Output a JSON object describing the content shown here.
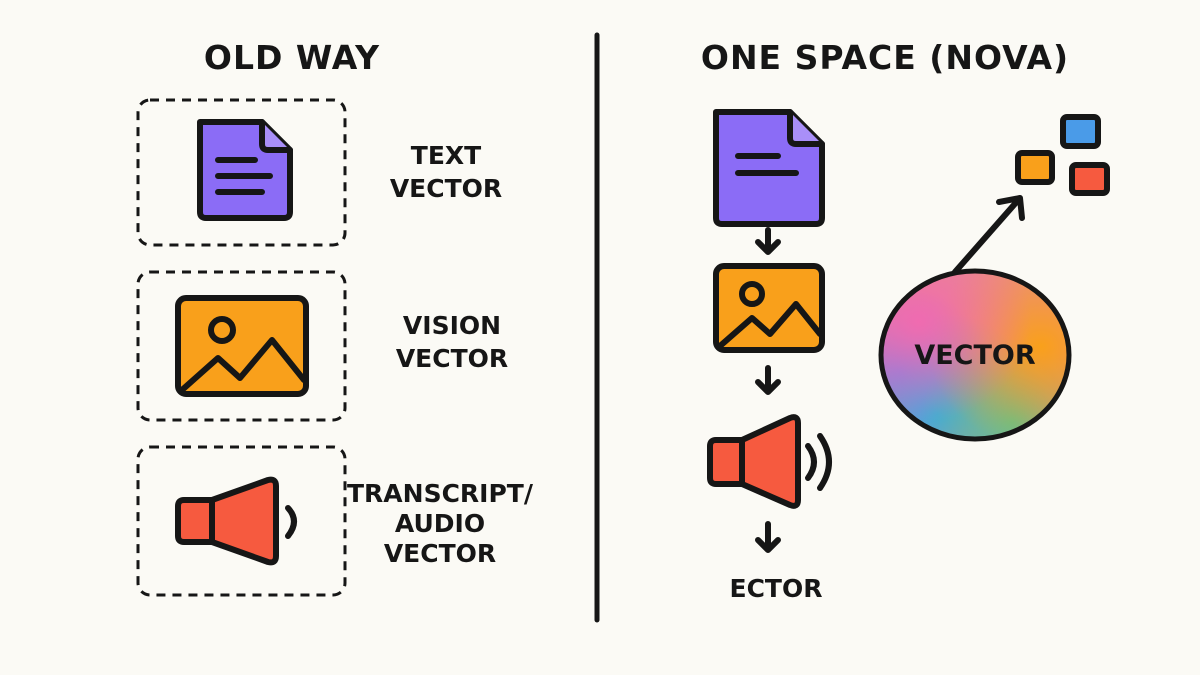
{
  "left": {
    "title": "OLD WAY",
    "items": [
      {
        "icon": "document-icon",
        "label_lines": [
          "TEXT",
          "VECTOR"
        ]
      },
      {
        "icon": "image-icon",
        "label_lines": [
          "VISION",
          "VECTOR"
        ]
      },
      {
        "icon": "speaker-icon",
        "label_lines": [
          "TRANSCRIPT/",
          "AUDIO",
          "VECTOR"
        ]
      }
    ]
  },
  "right": {
    "title": "ONE SPACE (NOVA)",
    "output_label": "ECTOR",
    "vector_label": "VECTOR"
  },
  "colors": {
    "background": "#fbfaf5",
    "text_purple": "#8b6cf6",
    "image_orange": "#f9a01b",
    "audio_red": "#f65a3f",
    "blue": "#4a9be8"
  }
}
